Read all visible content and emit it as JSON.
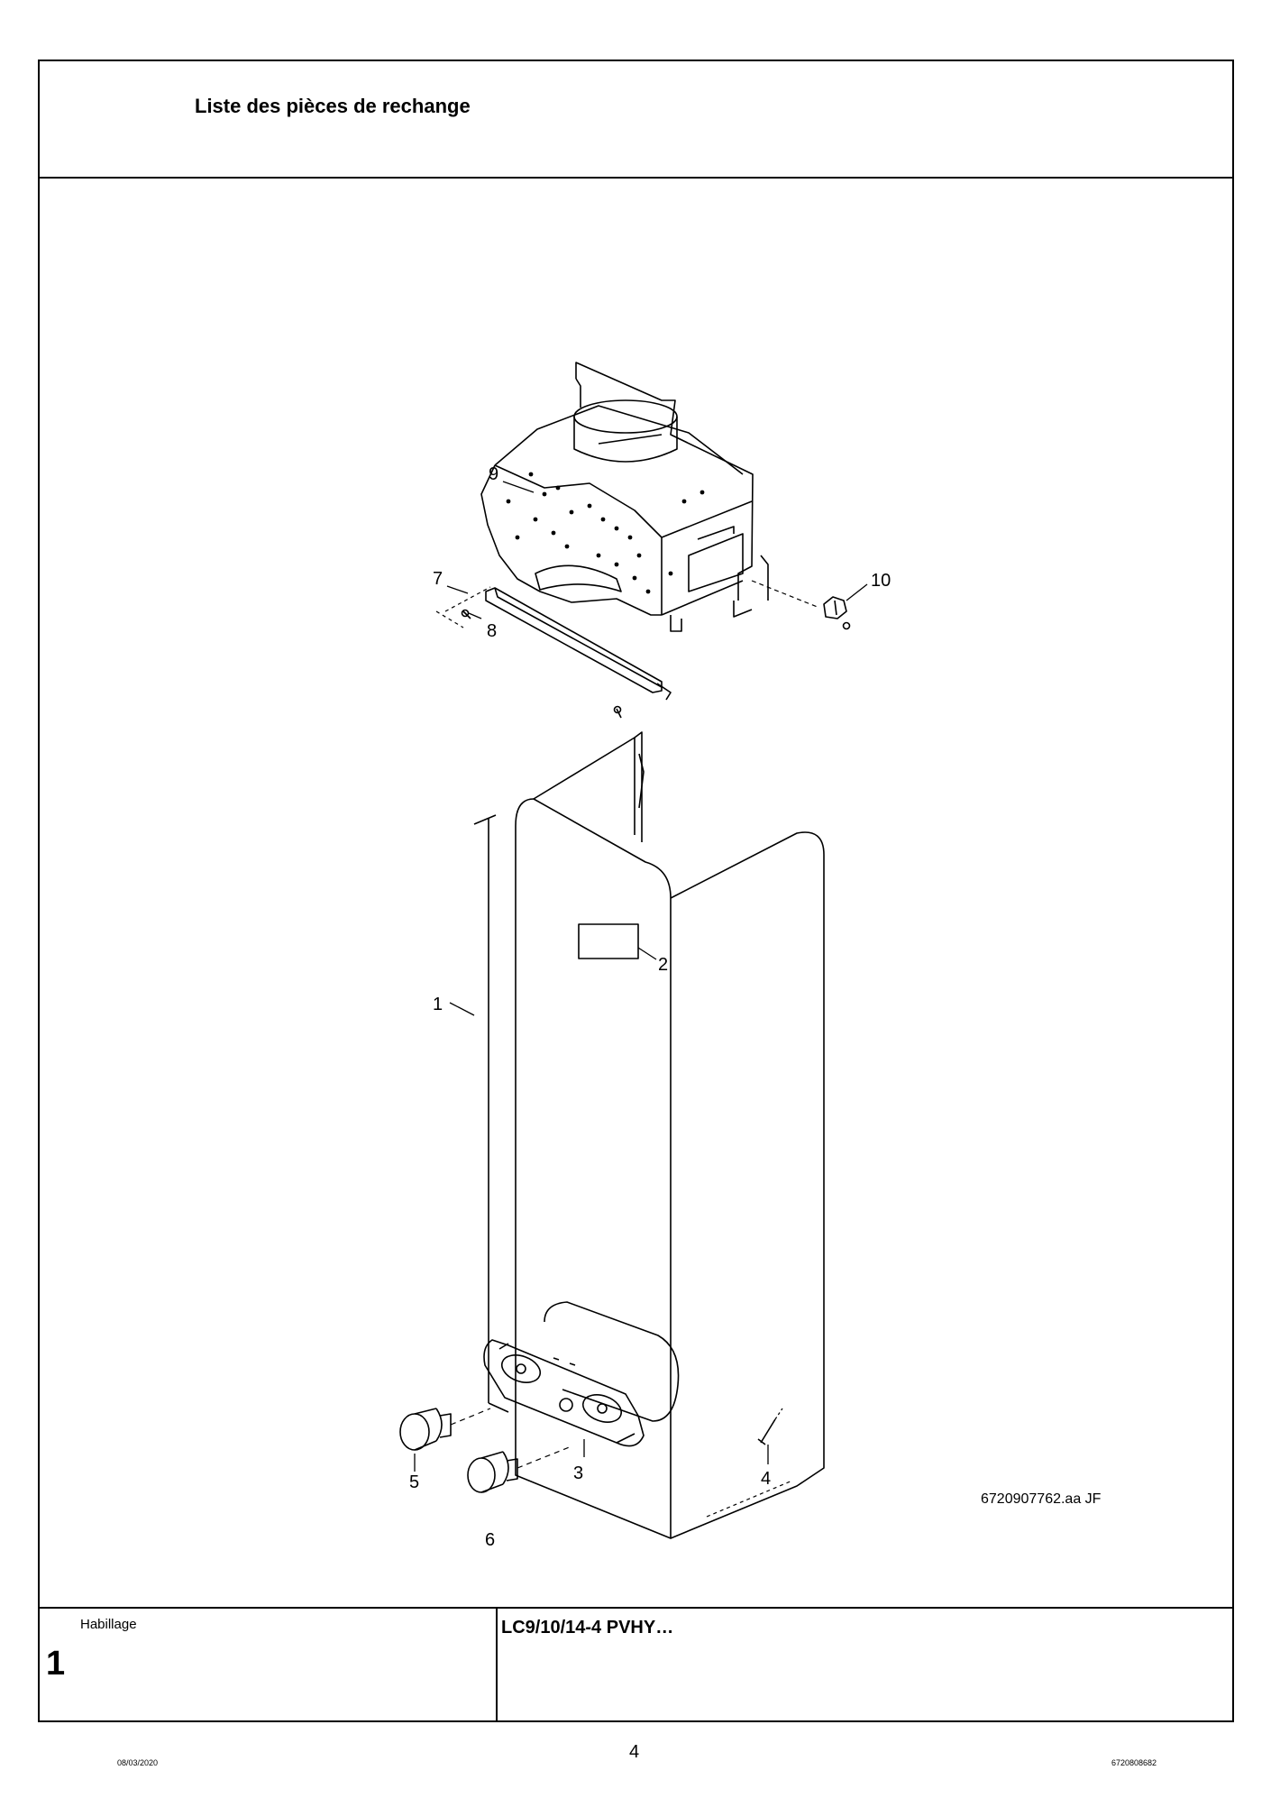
{
  "header": {
    "title": "Liste des pièces de rechange"
  },
  "drawing": {
    "reference": "6720907762.aa   JF",
    "callouts": [
      "1",
      "2",
      "3",
      "4",
      "5",
      "6",
      "7",
      "8",
      "9",
      "10"
    ]
  },
  "footer": {
    "section_label": "Habillage",
    "section_number": "1",
    "model": "LC9/10/14-4 PVHY…"
  },
  "page": {
    "number": "4",
    "date": "08/03/2020",
    "document_number": "6720808682"
  }
}
